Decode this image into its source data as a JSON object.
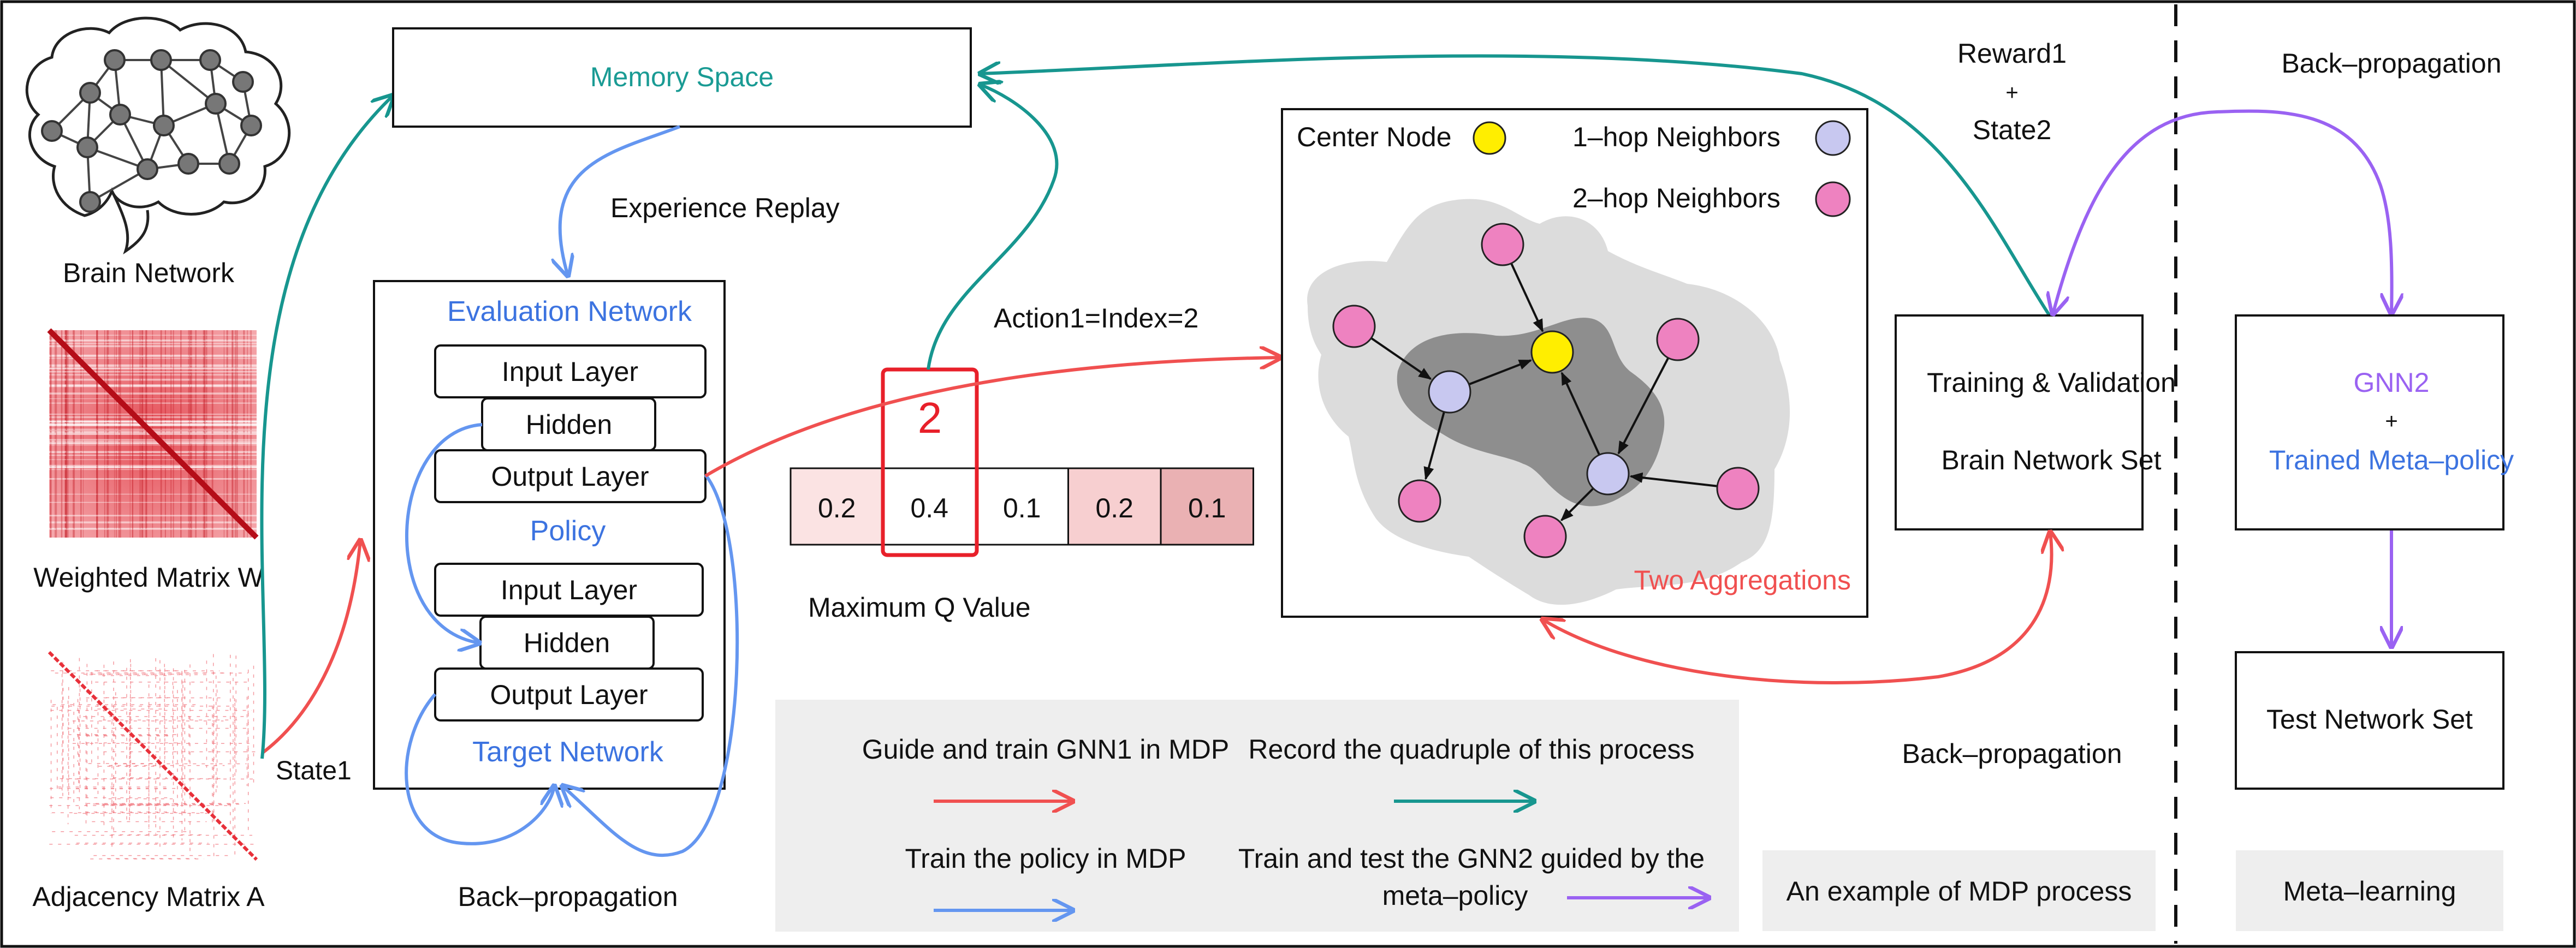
{
  "left": {
    "brain_network": "Brain Network",
    "weighted_matrix": "Weighted Matrix W",
    "adjacency_matrix": "Adjacency Matrix A",
    "state1": "State1"
  },
  "memory": {
    "title": "Memory Space",
    "experience_replay": "Experience Replay"
  },
  "dqn": {
    "evaluation_network": "Evaluation Network",
    "policy": "Policy",
    "target_network": "Target Network",
    "layers_top": [
      "Input Layer",
      "Hidden",
      "Output Layer"
    ],
    "layers_bottom": [
      "Input Layer",
      "Hidden",
      "Output Layer"
    ],
    "backprop_label": "Back–propagation"
  },
  "qvalues": {
    "action_label": "Action1=Index=2",
    "selected_index": "2",
    "values": [
      "0.2",
      "0.4",
      "0.1",
      "0.2",
      "0.1"
    ],
    "caption": "Maximum Q Value"
  },
  "graph": {
    "center_node": "Center Node",
    "one_hop": "1–hop Neighbors",
    "two_hop": "2–hop Neighbors",
    "aggregations": "Two Aggregations"
  },
  "reward": {
    "line1": "Reward1",
    "plus": "+",
    "line2": "State2"
  },
  "training_set": {
    "line1": "Training & Validation",
    "line2": "Brain  Network Set"
  },
  "mid_backprop": "Back–propagation",
  "legend": {
    "item1": "Guide and train GNN1 in MDP",
    "item2": "Record the quadruple of this process",
    "item3": "Train the policy in MDP",
    "item4_line1": "Train and test the GNN2 guided by the",
    "item4_line2": "meta–policy"
  },
  "mdp_example": "An example of MDP process",
  "meta": {
    "backprop": "Back–propagation",
    "gnn2": "GNN2",
    "plus": "+",
    "trained_policy": "Trained Meta–policy",
    "test_set": "Test  Network Set",
    "meta_learning": "Meta–learning"
  },
  "colors": {
    "red": "#f05050",
    "teal": "#17968f",
    "blue": "#6496f0",
    "purple": "#9a62f2",
    "teal_text": "#1a9b94",
    "blue_text": "#3c73e0",
    "purple_text": "#9a62f2",
    "yellow": "#ffee00",
    "lavender": "#c8c8f0",
    "pink": "#ee82c0"
  }
}
